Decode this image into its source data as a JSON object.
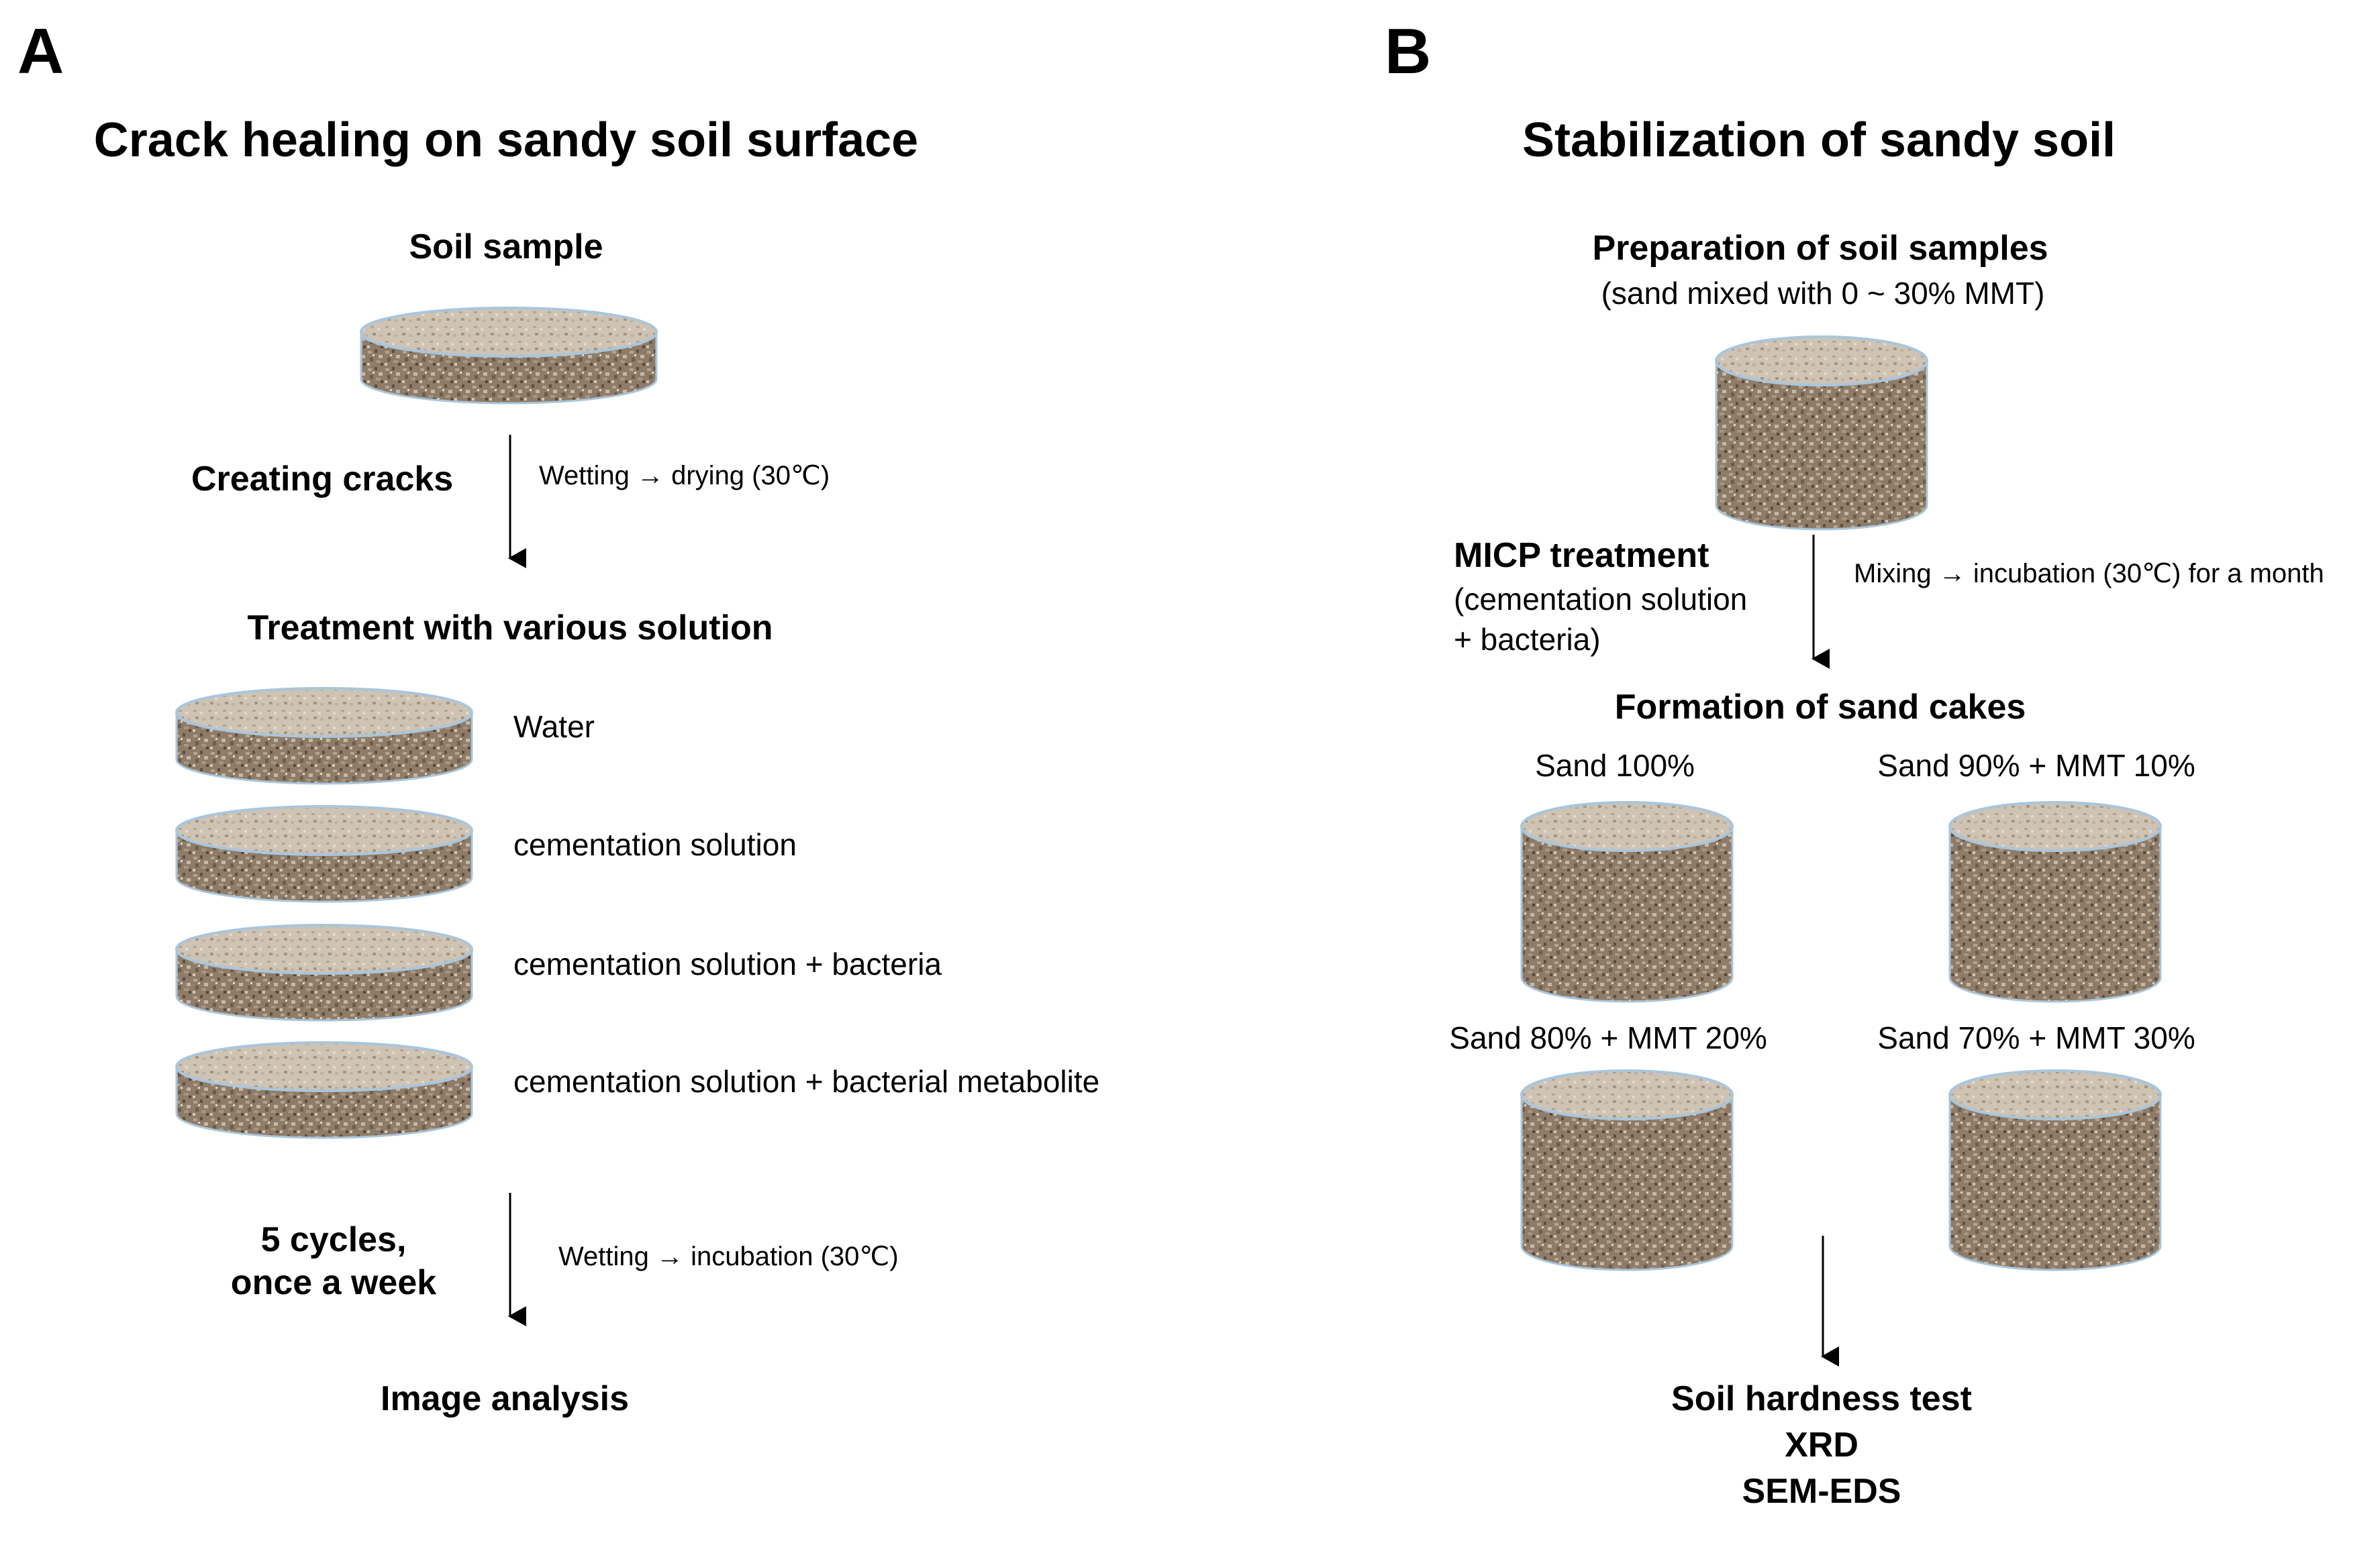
{
  "colors": {
    "soil_side": "#8f7c68",
    "soil_top": "#cfc3b4",
    "rim": "#a9c6dc",
    "arrow": "#000000"
  },
  "panel_a": {
    "letter": "A",
    "title": "Crack healing on sandy soil surface",
    "soil_sample": "Soil sample",
    "creating_cracks": "Creating cracks",
    "creating_cracks_note": "Wetting → drying (30℃)",
    "treatment_title": "Treatment with various solution",
    "treatments": [
      "Water",
      "cementation solution",
      "cementation solution + bacteria",
      "cementation solution + bacterial metabolite"
    ],
    "cycles_line1": "5 cycles,",
    "cycles_line2": "once a week",
    "cycles_note": "Wetting → incubation (30℃)",
    "result": "Image analysis"
  },
  "panel_b": {
    "letter": "B",
    "title": "Stabilization of sandy soil",
    "prep_title": "Preparation of soil samples",
    "prep_sub": "(sand mixed with 0 ~ 30% MMT)",
    "micp_title": "MICP treatment",
    "micp_sub1": "(cementation solution",
    "micp_sub2": "+ bacteria)",
    "micp_note": "Mixing → incubation (30℃) for a month",
    "formation_title": "Formation of sand cakes",
    "cakes": [
      "Sand 100%",
      "Sand 90% + MMT 10%",
      "Sand 80% + MMT 20%",
      "Sand 70% + MMT 30%"
    ],
    "tests": [
      "Soil hardness test",
      "XRD",
      "SEM-EDS"
    ]
  }
}
